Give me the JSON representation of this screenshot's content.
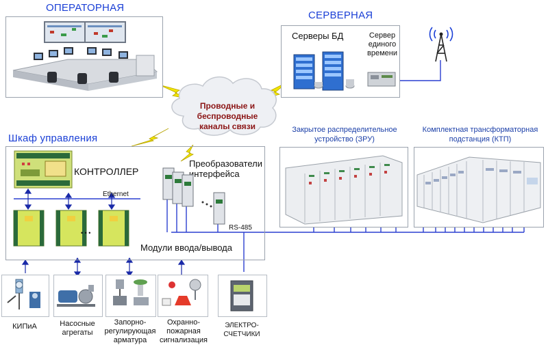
{
  "operator": {
    "title": "ОПЕРАТОРНАЯ"
  },
  "server": {
    "title": "СЕРВЕРНАЯ",
    "db_label": "Серверы БД",
    "time_label": "Сервер единого времени"
  },
  "cloud": {
    "label": "Проводные и беспроводные каналы связи"
  },
  "cabinet": {
    "title": "Шкаф управления",
    "controller": "КОНТРОЛЛЕР",
    "converters": "Преобразователи интерфейса",
    "ethernet": "Ethernet",
    "rs485": "RS-485",
    "io_modules": "Модули ввода/вывода",
    "dots": "• • •"
  },
  "zru": {
    "label": "Закрытое распределительное устройство (ЗРУ)"
  },
  "ktp": {
    "label": "Комплектная трансформаторная подстанция (КТП)"
  },
  "field": [
    {
      "label": "КИПиА"
    },
    {
      "label": "Насосные агрегаты"
    },
    {
      "label": "Запорно-регулирующая арматура"
    },
    {
      "label": "Охранно-пожарная сигнализация"
    },
    {
      "label": "ЭЛЕКТРО-СЧЕТЧИКИ"
    }
  ],
  "colors": {
    "accent_blue": "#1a3fd6",
    "line_blue": "#2a3fd0",
    "cloud_text": "#8b1515",
    "bolt": "#f2e600"
  }
}
